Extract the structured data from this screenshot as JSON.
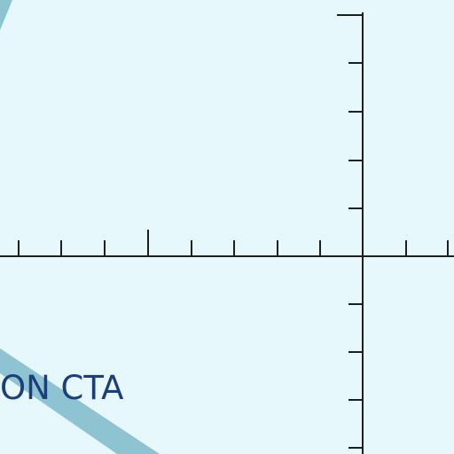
{
  "chart": {
    "airspace_label": "ON CTA",
    "colors": {
      "background": "#e6f8fc",
      "grid_lines": "#1e1e1e",
      "airspace_boundary": "#8ec3d2",
      "label_text": "#1c3e7a"
    },
    "features": [
      "coordinate-grid-with-ticks",
      "airspace-boundary-band"
    ]
  }
}
